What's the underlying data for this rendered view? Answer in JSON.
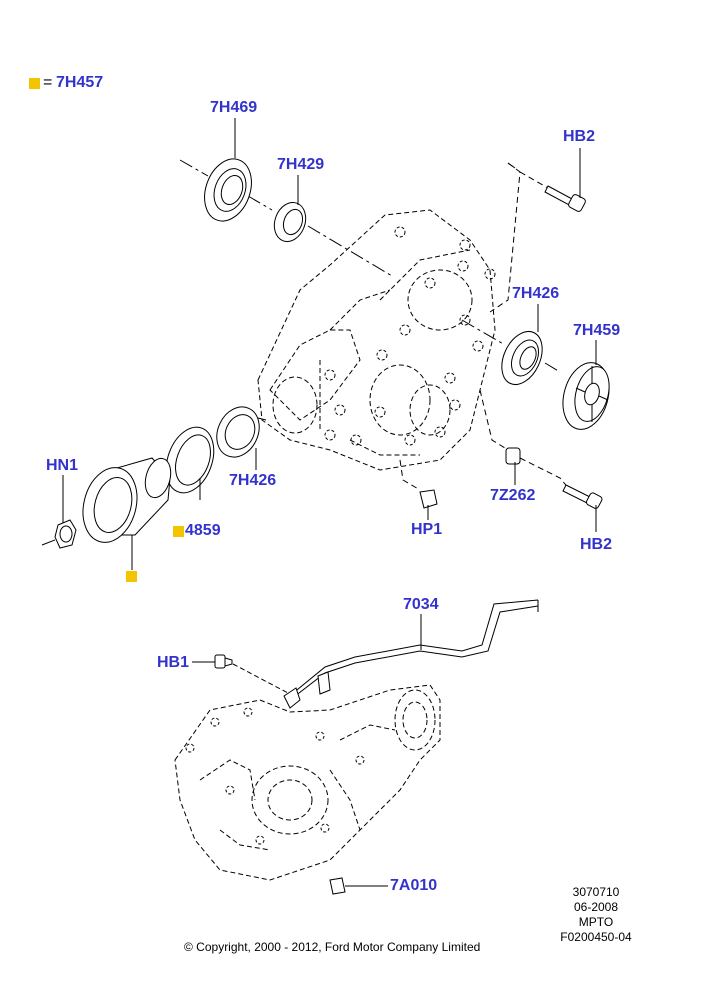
{
  "legend": {
    "equals": "=",
    "code": "7H457",
    "color": "#f5c400"
  },
  "callouts": {
    "7H469": "7H469",
    "7H429": "7H429",
    "HB2_top": "HB2",
    "7H426_right": "7H426",
    "7H459": "7H459",
    "HN1": "HN1",
    "7H426_left": "7H426",
    "4859": "4859",
    "HP1": "HP1",
    "7Z262": "7Z262",
    "HB2_bottom": "HB2",
    "7034": "7034",
    "HB1": "HB1",
    "7A010": "7A010"
  },
  "label_color": "#3333cc",
  "meta": [
    "3070710",
    "06-2008",
    "MPTO",
    "F0200450-04"
  ],
  "copyright": "© Copyright, 2000 - 2012, Ford Motor Company Limited"
}
